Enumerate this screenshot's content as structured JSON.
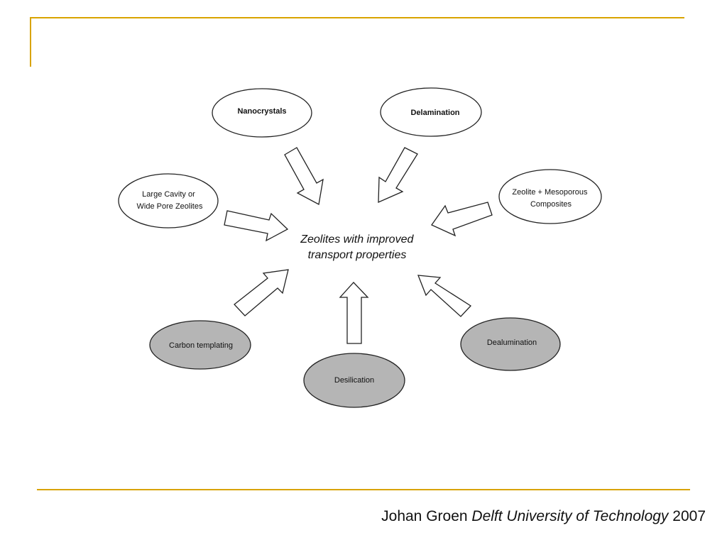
{
  "diagram": {
    "center": {
      "lines": [
        "Zeolites with improved",
        "transport properties"
      ]
    },
    "nodes": [
      {
        "id": "nanocrystals",
        "lines": [
          "Nanocrystals"
        ],
        "fill": "#ffffff",
        "bold": true
      },
      {
        "id": "delamination",
        "lines": [
          "Delamination"
        ],
        "fill": "#ffffff",
        "bold": true
      },
      {
        "id": "large-cavity",
        "lines": [
          "Large Cavity or",
          "Wide Pore Zeolites"
        ],
        "fill": "#ffffff",
        "bold": false
      },
      {
        "id": "zeolite-mesoporous",
        "lines": [
          "Zeolite + Mesoporous",
          "Composites"
        ],
        "fill": "#ffffff",
        "bold": false
      },
      {
        "id": "carbon-templating",
        "lines": [
          "Carbon templating"
        ],
        "fill": "#b5b5b5",
        "bold": false
      },
      {
        "id": "desilication",
        "lines": [
          "Desilication"
        ],
        "fill": "#b5b5b5",
        "bold": false
      },
      {
        "id": "dealumination",
        "lines": [
          "Dealumination"
        ],
        "fill": "#b5b5b5",
        "bold": false
      }
    ]
  },
  "footer": {
    "author": "Johan Groen",
    "institution": "Delft University of Technology",
    "year": "2007"
  },
  "colors": {
    "accent_gold": "#d9a300",
    "outline": "#222222",
    "gray_fill": "#b5b5b5"
  }
}
